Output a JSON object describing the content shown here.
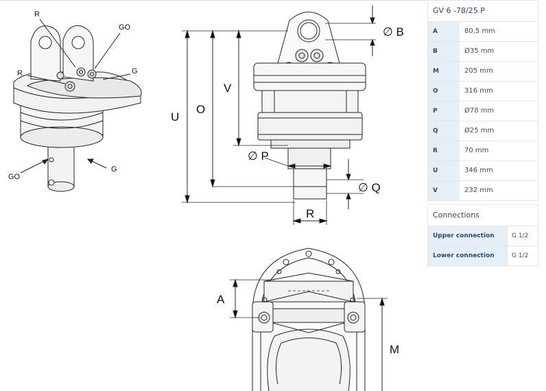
{
  "specs": {
    "title": "GV 6 -78/25 P",
    "rows": [
      {
        "key": "A",
        "value": "80,5 mm"
      },
      {
        "key": "B",
        "value": "Ø35 mm"
      },
      {
        "key": "M",
        "value": "205 mm"
      },
      {
        "key": "O",
        "value": "316 mm"
      },
      {
        "key": "P",
        "value": "Ø78 mm"
      },
      {
        "key": "Q",
        "value": "Ø25 mm"
      },
      {
        "key": "R",
        "value": "70 mm"
      },
      {
        "key": "U",
        "value": "346 mm"
      },
      {
        "key": "V",
        "value": "232 mm"
      }
    ]
  },
  "connections": {
    "title": "Connections",
    "rows": [
      {
        "key": "Upper connection",
        "value": "G 1/2"
      },
      {
        "key": "Lower connection",
        "value": "G 1/2"
      }
    ]
  },
  "iso_labels": {
    "r_top": "R",
    "go_top": "GO",
    "r_left": "R",
    "g_right": "G",
    "go_bottom": "GO",
    "g_bottom": "G"
  },
  "dim_labels": {
    "b": "∅ B",
    "u": "U",
    "o": "O",
    "v": "V",
    "p": "∅ P",
    "q": "∅ Q",
    "r": "R",
    "a": "A",
    "m": "M"
  }
}
